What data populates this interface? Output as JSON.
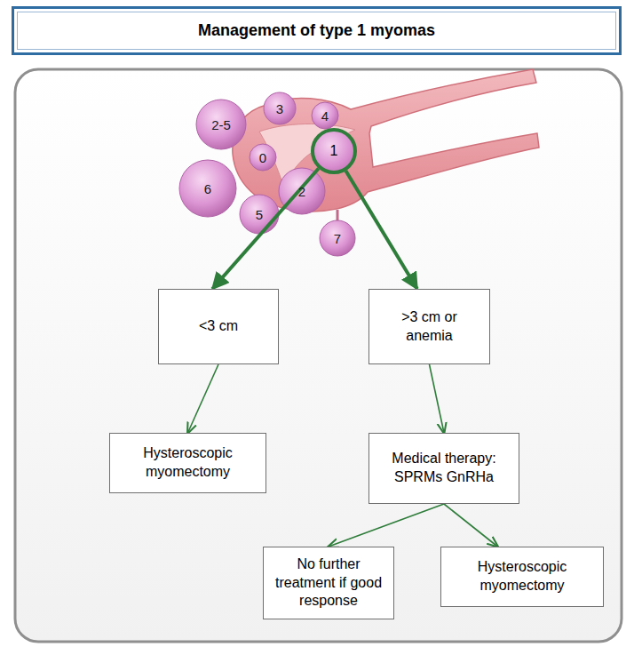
{
  "diagram": {
    "title": "Management of type 1 myomas",
    "nodes": [
      {
        "text": [
          "1"
        ]
      },
      {
        "text": [
          "<3 cm"
        ]
      },
      {
        "text": [
          ">3 cm or anemia"
        ]
      },
      {
        "text": [
          "Hysteroscopic myomectomy"
        ]
      },
      {
        "text": [
          "Medical therapy: SPRMs GnRHa"
        ]
      },
      {
        "text": [
          "No further treatment if good response"
        ]
      },
      {
        "text": [
          "Hysteroscopic myomectomy"
        ]
      }
    ],
    "edges": [
      {
        "from": 0,
        "to": 1,
        "arrow": "to"
      },
      {
        "from": 0,
        "to": 2,
        "arrow": "to"
      },
      {
        "from": 1,
        "to": 3,
        "arrow": "to"
      },
      {
        "from": 2,
        "to": 4,
        "arrow": "to"
      },
      {
        "from": 4,
        "to": 5,
        "arrow": "to"
      },
      {
        "from": 4,
        "to": 6,
        "arrow": "to"
      }
    ],
    "labels": [
      "2-5",
      "3",
      "4",
      "0",
      "6",
      "5",
      "2",
      "7"
    ]
  }
}
